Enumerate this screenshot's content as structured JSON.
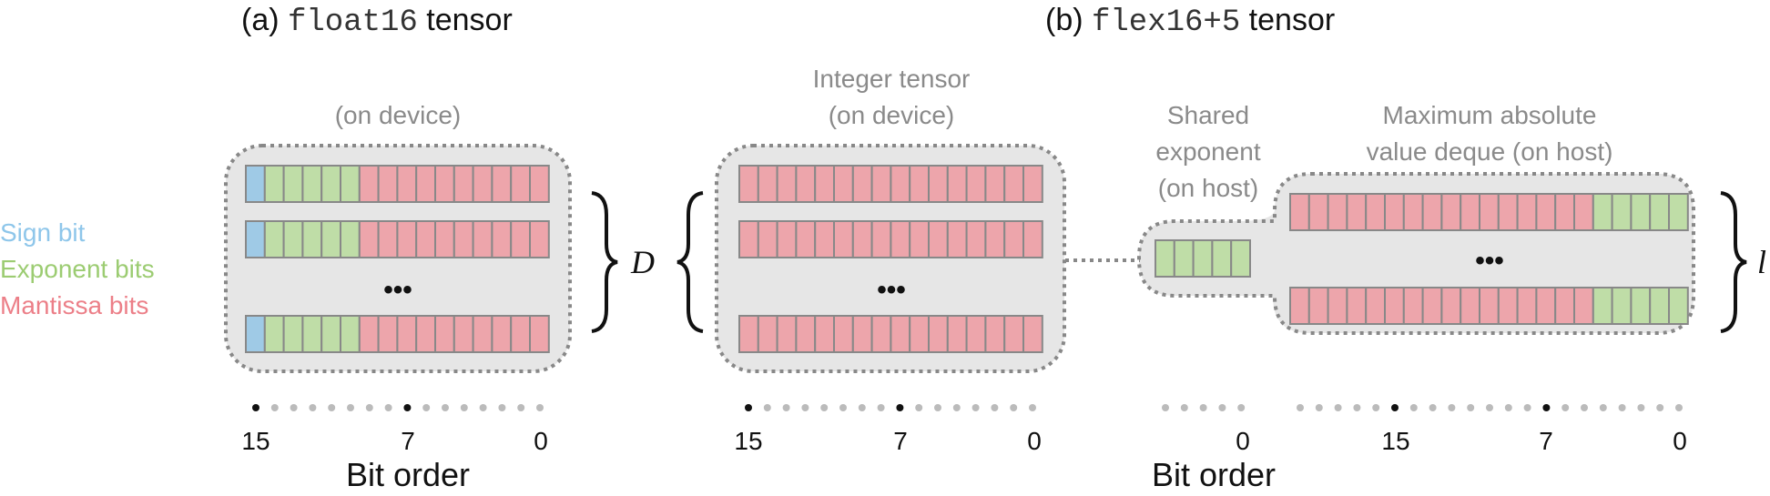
{
  "colors": {
    "sign": "#9fcae6",
    "exponent": "#bfdda7",
    "mantissa": "#eda5ab",
    "cell_border": "#888888",
    "panel_fill": "#e6e6e6",
    "panel_border": "#888888",
    "caption": "#8a8a8a",
    "dot_light": "#bbbbbb",
    "dot_dark": "#111111",
    "legend_sign": "#8ec6ea",
    "legend_exponent": "#9ccc72",
    "legend_mantissa": "#ec7f88"
  },
  "legend": {
    "sign": "Sign bit",
    "exponent": "Exponent bits",
    "mantissa": "Mantissa bits"
  },
  "panel_a": {
    "title_prefix": "(a) ",
    "title_code": "float16",
    "title_suffix": " tensor",
    "caption": "(on device)",
    "ellipsis": "•••",
    "brace_symbol": "D",
    "bit_labels": [
      "15",
      "7",
      "0"
    ],
    "axis_label": "Bit order",
    "row_layout": {
      "sign_bits": 1,
      "exponent_bits": 5,
      "mantissa_bits": 10
    }
  },
  "panel_b": {
    "title_prefix": "(b) ",
    "title_code": "flex16+5",
    "title_suffix": " tensor",
    "integer_caption": [
      "Integer tensor",
      "(on device)"
    ],
    "shared_caption": [
      "Shared",
      "exponent",
      "(on host)"
    ],
    "deque_caption": [
      "Maximum absolute",
      "value deque (on host)"
    ],
    "ellipsis": "•••",
    "brace_symbol": "l",
    "integer_bit_labels": [
      "15",
      "7",
      "0"
    ],
    "shared_bit_labels": [
      "0"
    ],
    "deque_bit_labels": [
      "15",
      "7",
      "0"
    ],
    "axis_label": "Bit order",
    "integer_row_bits": 16,
    "shared_exponent_bits": 5,
    "deque_row_layout": {
      "mantissa_bits": 16,
      "exponent_bits": 5
    }
  }
}
